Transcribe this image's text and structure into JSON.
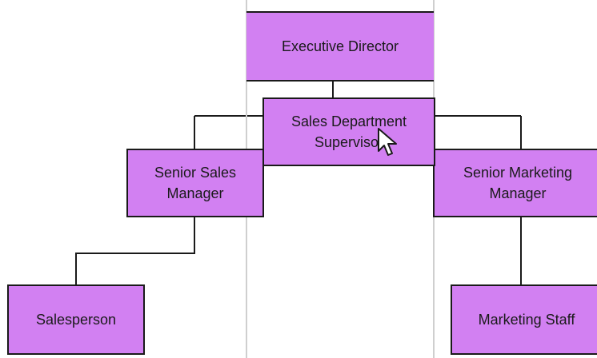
{
  "diagram": {
    "colors": {
      "node_fill": "#d280f2",
      "node_border": "#1a1a1a",
      "connector": "#1a1a1a",
      "guide": "#cfcfcf"
    },
    "nodes": {
      "executive_director": {
        "line1": "Executive Director",
        "line2": ""
      },
      "sales_department_supervisor": {
        "line1": "Sales Department",
        "line2": "Supervisor"
      },
      "senior_sales_manager": {
        "line1": "Senior Sales",
        "line2": "Manager"
      },
      "senior_marketing_manager": {
        "line1": "Senior Marketing",
        "line2": "Manager"
      },
      "salesperson": {
        "line1": "Salesperson",
        "line2": ""
      },
      "marketing_staff": {
        "line1": "Marketing Staff",
        "line2": ""
      }
    },
    "cursor": "mouse-pointer-icon"
  }
}
